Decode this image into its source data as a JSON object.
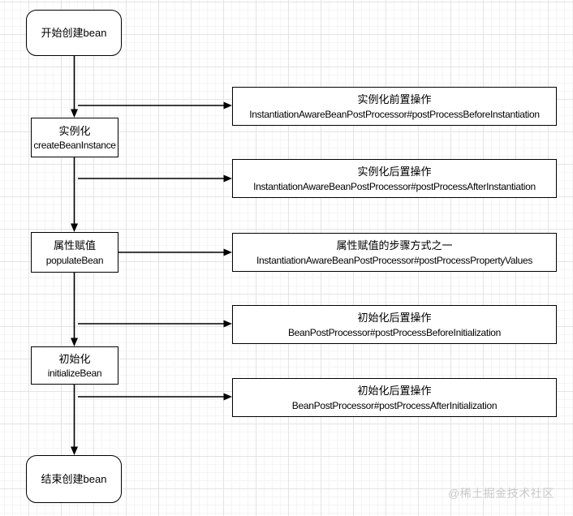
{
  "diagram": {
    "nodes": {
      "start": {
        "title": "开始创建bean"
      },
      "instantiate": {
        "title": "实例化",
        "code": "createBeanInstance"
      },
      "populate": {
        "title": "属性赋值",
        "code": "populateBean"
      },
      "initialize": {
        "title": "初始化",
        "code": "initializeBean"
      },
      "end": {
        "title": "结束创建bean"
      }
    },
    "callouts": [
      {
        "title": "实例化前置操作",
        "code": "InstantiationAwareBeanPostProcessor#postProcessBeforeInstantiation"
      },
      {
        "title": "实例化后置操作",
        "code": "InstantiationAwareBeanPostProcessor#postProcessAfterInstantiation"
      },
      {
        "title": "属性赋值的步骤方式之一",
        "code": "InstantiationAwareBeanPostProcessor#postProcessPropertyValues"
      },
      {
        "title": "初始化后置操作",
        "code": "BeanPostProcessor#postProcessBeforeInitialization"
      },
      {
        "title": "初始化后置操作",
        "code": "BeanPostProcessor#postProcessAfterInitialization"
      }
    ],
    "colors": {
      "stroke": "#000000",
      "node_fill": "#ffffff",
      "grid_major": "#e4e4e4",
      "grid_minor": "#f6f4f4",
      "watermark": "#c9c9c9"
    }
  },
  "watermark": {
    "text": "@稀土掘金技术社区"
  }
}
